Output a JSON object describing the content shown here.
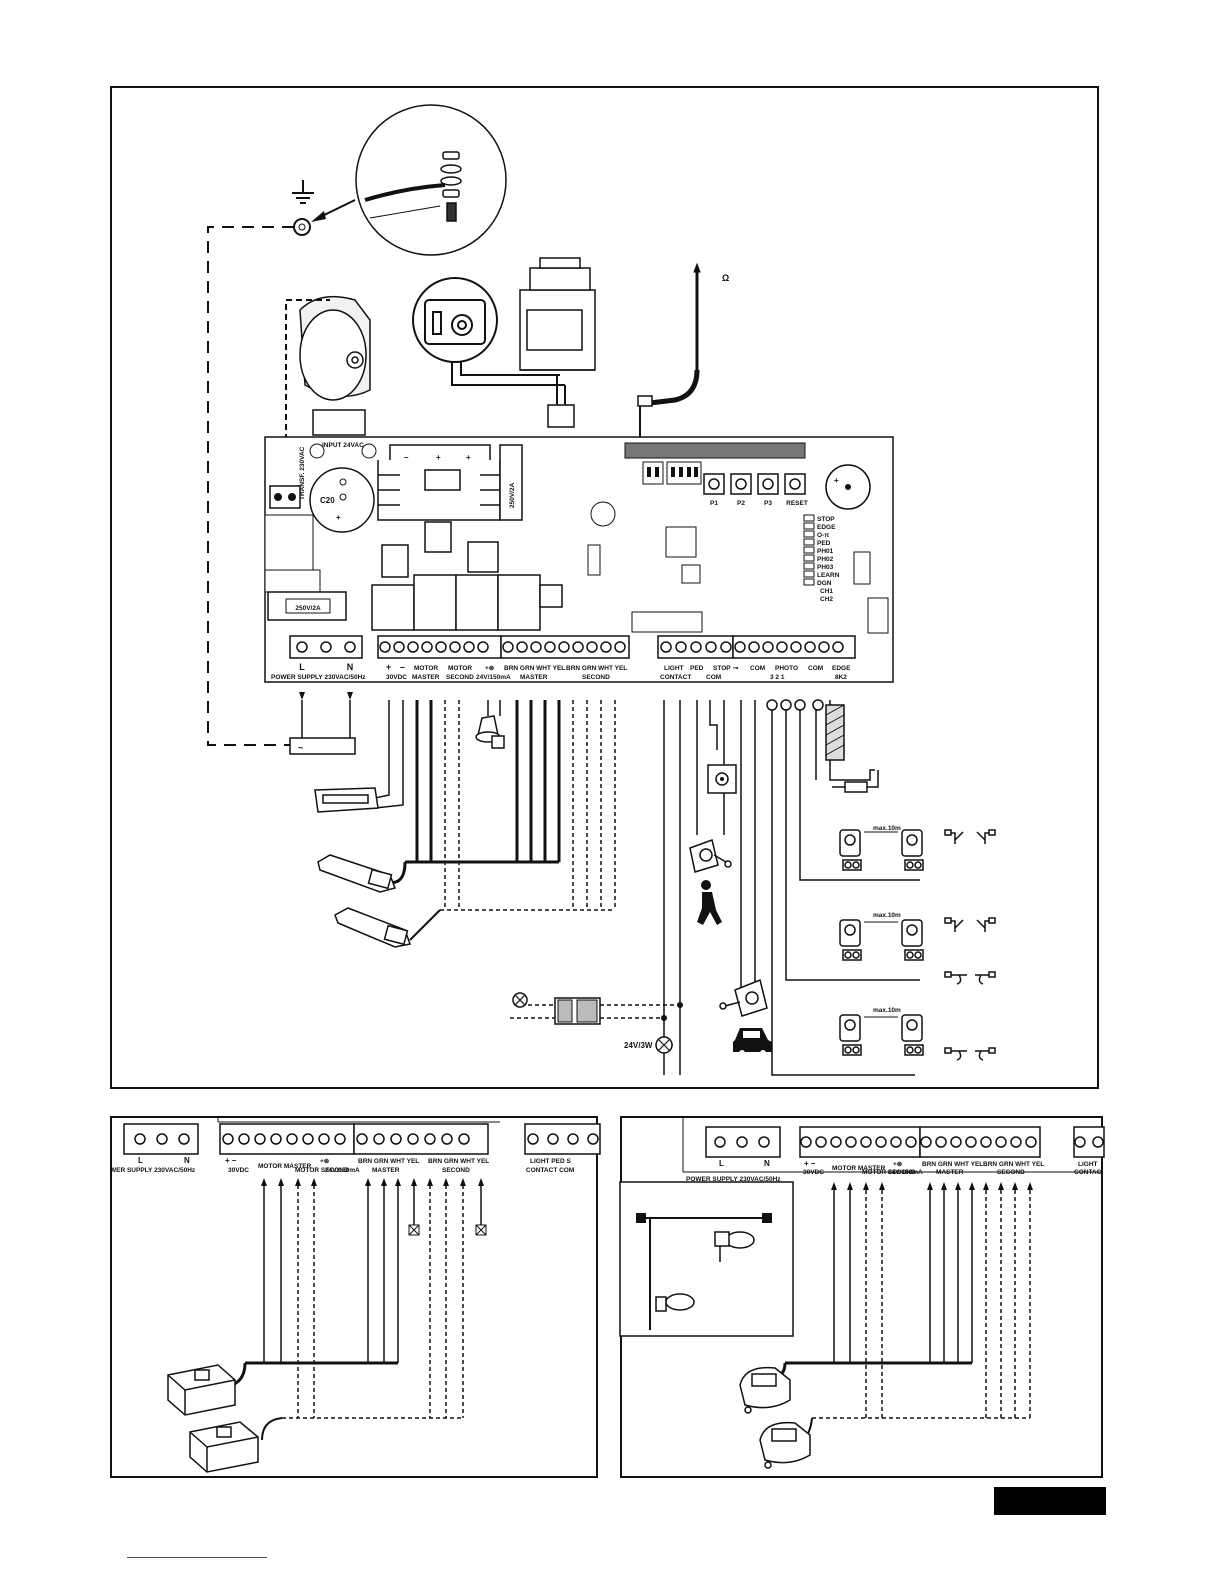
{
  "main_board": {
    "fuse_top": "250V/2A",
    "fuse_left": "250V/2A",
    "input_label": "INPUT 24VAC",
    "transf_label": "TRANSF. 230VAC",
    "cap_label": "C20",
    "buttons": [
      "P1",
      "P2",
      "P3",
      "RESET"
    ],
    "led_labels": [
      "STOP",
      "EDGE",
      "O-π",
      "PED",
      "PH01",
      "PH02",
      "PH03",
      "LEARN",
      "DGN"
    ],
    "ch_labels": [
      "CH1",
      "CH2"
    ]
  },
  "terminals": {
    "power_supply": "POWER SUPPLY  230VAC/50Hz",
    "power_L": "L",
    "power_N": "N",
    "plus": "+",
    "minus": "–",
    "vdc": "30VDC",
    "motor_master_top": "MOTOR",
    "motor_master": "MASTER",
    "motor_second_top": "MOTOR",
    "motor_second": "SECOND",
    "lamp_power": "24V/150mA",
    "enc_master_wires": "BRN GRN WHT YEL",
    "enc_master": "MASTER",
    "enc_second_wires": "BRN GRN WHT YEL",
    "enc_second": "SECOND",
    "light_top": "LIGHT",
    "light": "CONTACT",
    "ped_top": "PED",
    "stop_top": "STOP",
    "com": "COM",
    "photo_top": "PHOTO",
    "photo_nums": "3   2   1",
    "com2": "COM",
    "edge_top": "EDGE",
    "edge": "8K2"
  },
  "annotations": {
    "omega": "Ω",
    "max_10m": "max.10m",
    "lamp_24v": "24V/3W"
  },
  "panel_left": {
    "power_supply": "WER SUPPLY  230VAC/50Hz",
    "power_L": "L",
    "power_N": "N",
    "vdc": "30VDC",
    "motor_master": "MOTOR MASTER",
    "motor_second": "MOTOR SECOND",
    "lamp_power": "24V/150mA",
    "enc_master_wires": "BRN GRN WHT YEL",
    "enc_master": "MASTER",
    "enc_second_wires": "BRN GRN WHT YEL",
    "enc_second": "SECOND",
    "light": "LIGHT  PED   S",
    "light2": "CONTACT       COM"
  },
  "panel_right": {
    "power_supply": "POWER SUPPLY  230VAC/50Hz",
    "power_L": "L",
    "power_N": "N",
    "vdc": "30VDC",
    "motor_master": "MOTOR MASTER",
    "motor_second": "MOTOR SECOND",
    "lamp_power": "24V/150mA",
    "enc_master_wires": "BRN GRN WHT YEL",
    "enc_master": "MASTER",
    "enc_second_wires": "BRN GRN WHT YEL",
    "enc_second": "SECOND",
    "light": "LIGHT",
    "light2": "CONTAC"
  }
}
